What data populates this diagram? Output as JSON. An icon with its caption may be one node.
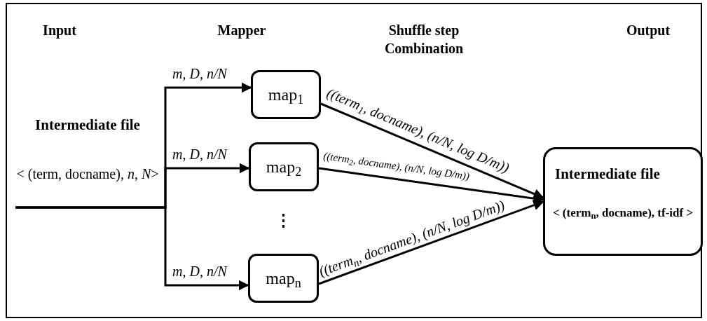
{
  "diagram": {
    "nodes": [
      {
        "text": [
          "Intermediate file",
          "< (term, docname), *n*, *N*>"
        ]
      },
      {
        "text": [
          "map$_{1}$"
        ]
      },
      {
        "text": [
          "map$_{2}$"
        ]
      },
      {
        "text": [
          "map$_{n}$"
        ]
      },
      {
        "text": [
          "Intermediate file",
          "< (term$_{n}$, docname), tf-idf >"
        ]
      }
    ],
    "edges": [
      {
        "from": 0,
        "to": 1,
        "arrow": "to",
        "label": "m, D, n/N"
      },
      {
        "from": 0,
        "to": 2,
        "arrow": "to",
        "label": "m, D, n/N"
      },
      {
        "from": 0,
        "to": 3,
        "arrow": "to",
        "label": "m, D, n/N"
      },
      {
        "from": 1,
        "to": 4,
        "arrow": "to",
        "label": "((term$_{1}$, docname), (n/N, log D/m))"
      },
      {
        "from": 2,
        "to": 4,
        "arrow": "to",
        "label": "((term$_{2}$, docname), (n/N, log D/m))"
      },
      {
        "from": 3,
        "to": 4,
        "arrow": "to",
        "label": "((term$_{n}$, docname), (n/N, log D/m))"
      }
    ],
    "labels": [
      "Input",
      "Mapper",
      "Shuffle step Combination",
      "Output"
    ]
  }
}
